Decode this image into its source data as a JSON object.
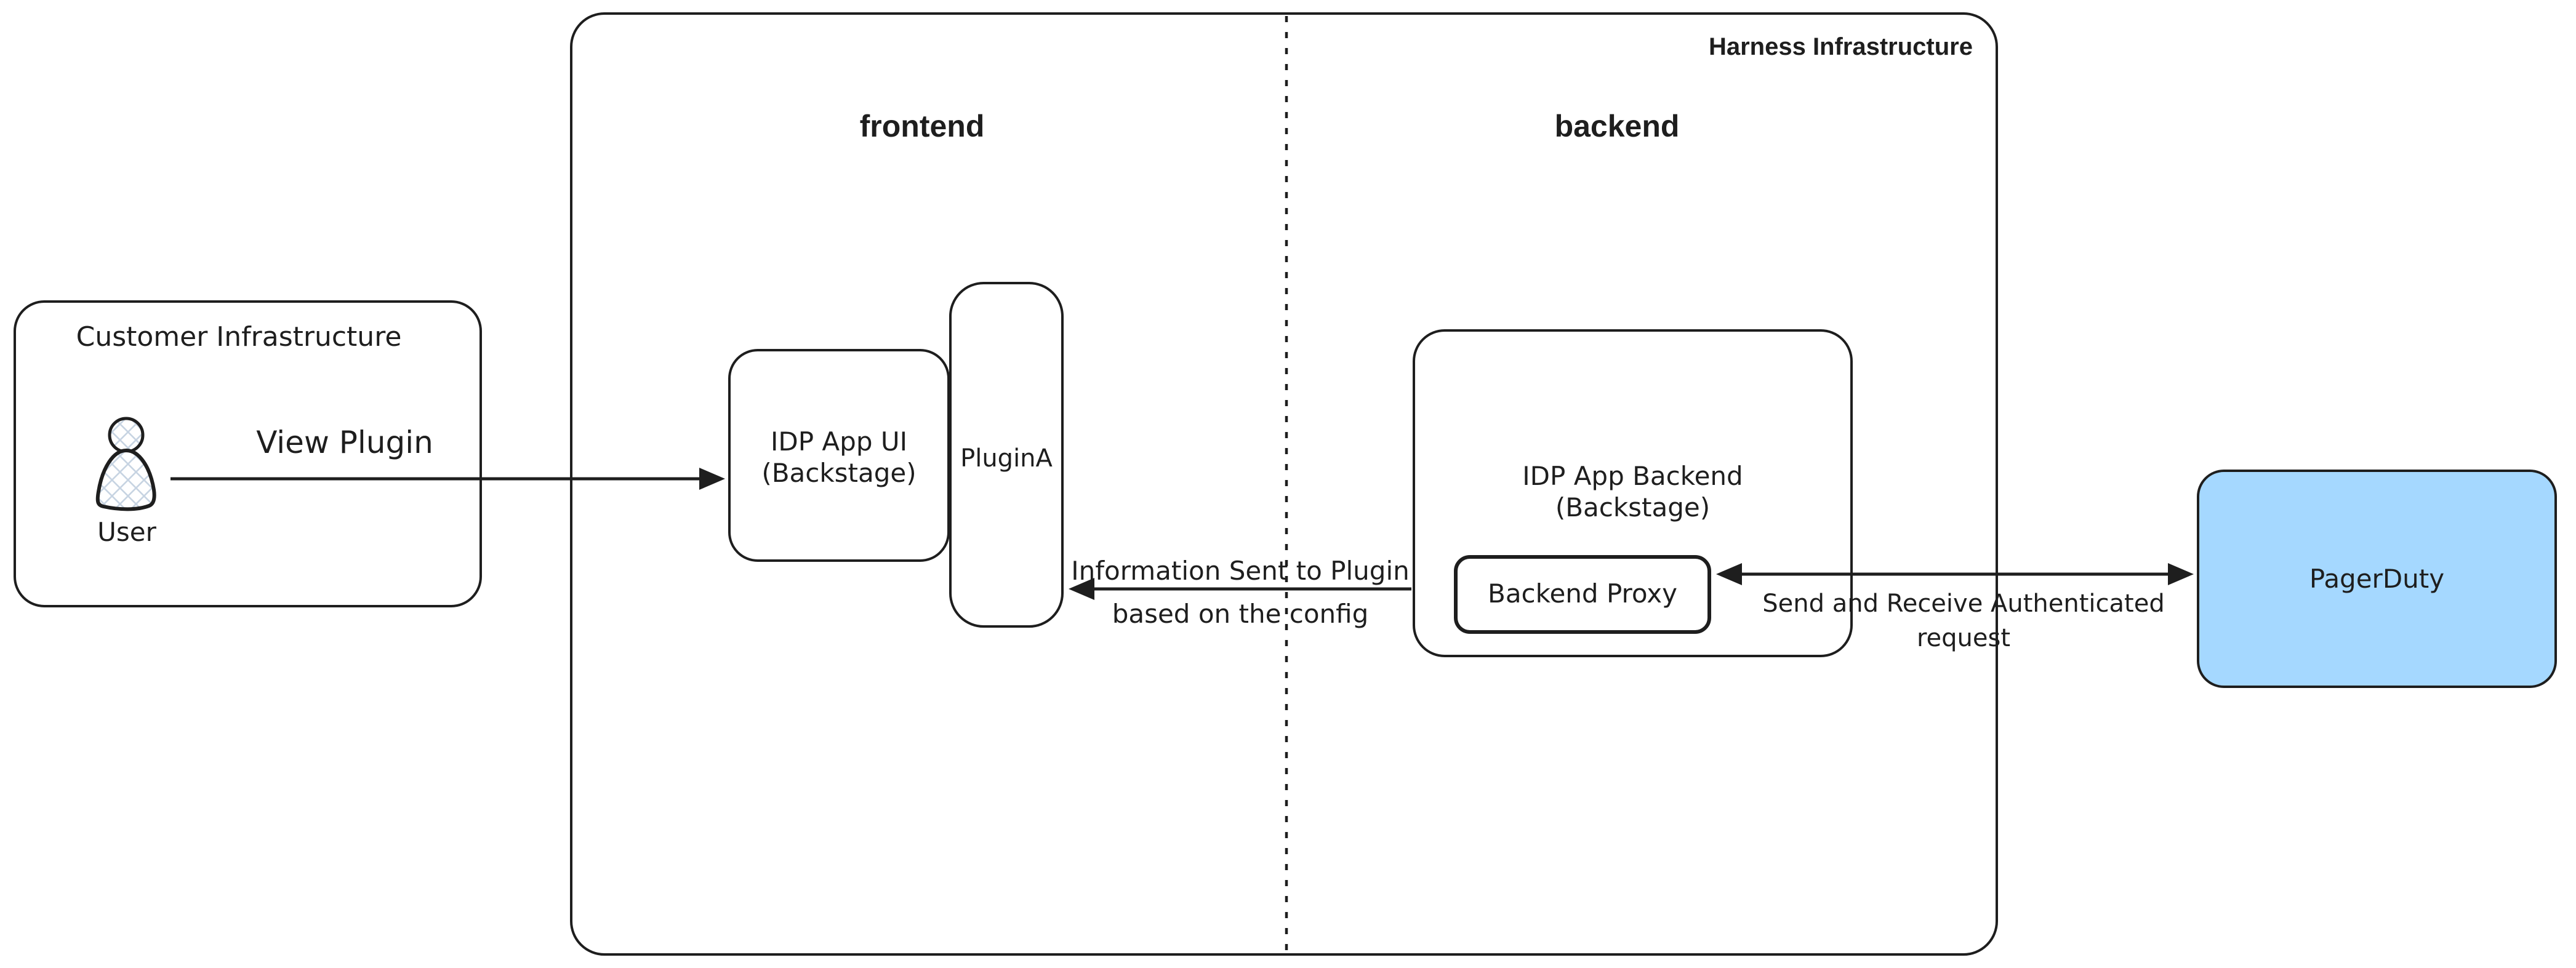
{
  "diagram": {
    "harness": {
      "label": "Harness Infrastructure",
      "frontend_zone_label": "frontend",
      "backend_zone_label": "backend"
    },
    "customer": {
      "label": "Customer Infrastructure",
      "user_label": "User"
    },
    "nodes": {
      "idp_app_ui": {
        "line1": "IDP App UI",
        "line2": "(Backstage)"
      },
      "plugin_a": {
        "label": "PluginA"
      },
      "idp_app_backend": {
        "line1": "IDP App Backend",
        "line2": "(Backstage)"
      },
      "backend_proxy": {
        "label": "Backend Proxy"
      },
      "pagerduty": {
        "label": "PagerDuty"
      }
    },
    "arrows": {
      "view_plugin": {
        "label": "View Plugin"
      },
      "info_to_plugin": {
        "line1": "Information Sent to Plugin",
        "line2": "based on the config"
      },
      "send_receive": {
        "line1": "Send and Receive Authenticated",
        "line2": "request"
      }
    },
    "colors": {
      "stroke": "#1e1e1e",
      "pagerduty_fill": "#a5d8ff",
      "user_hatch": "#c7d4e2",
      "background": "#ffffff"
    }
  }
}
